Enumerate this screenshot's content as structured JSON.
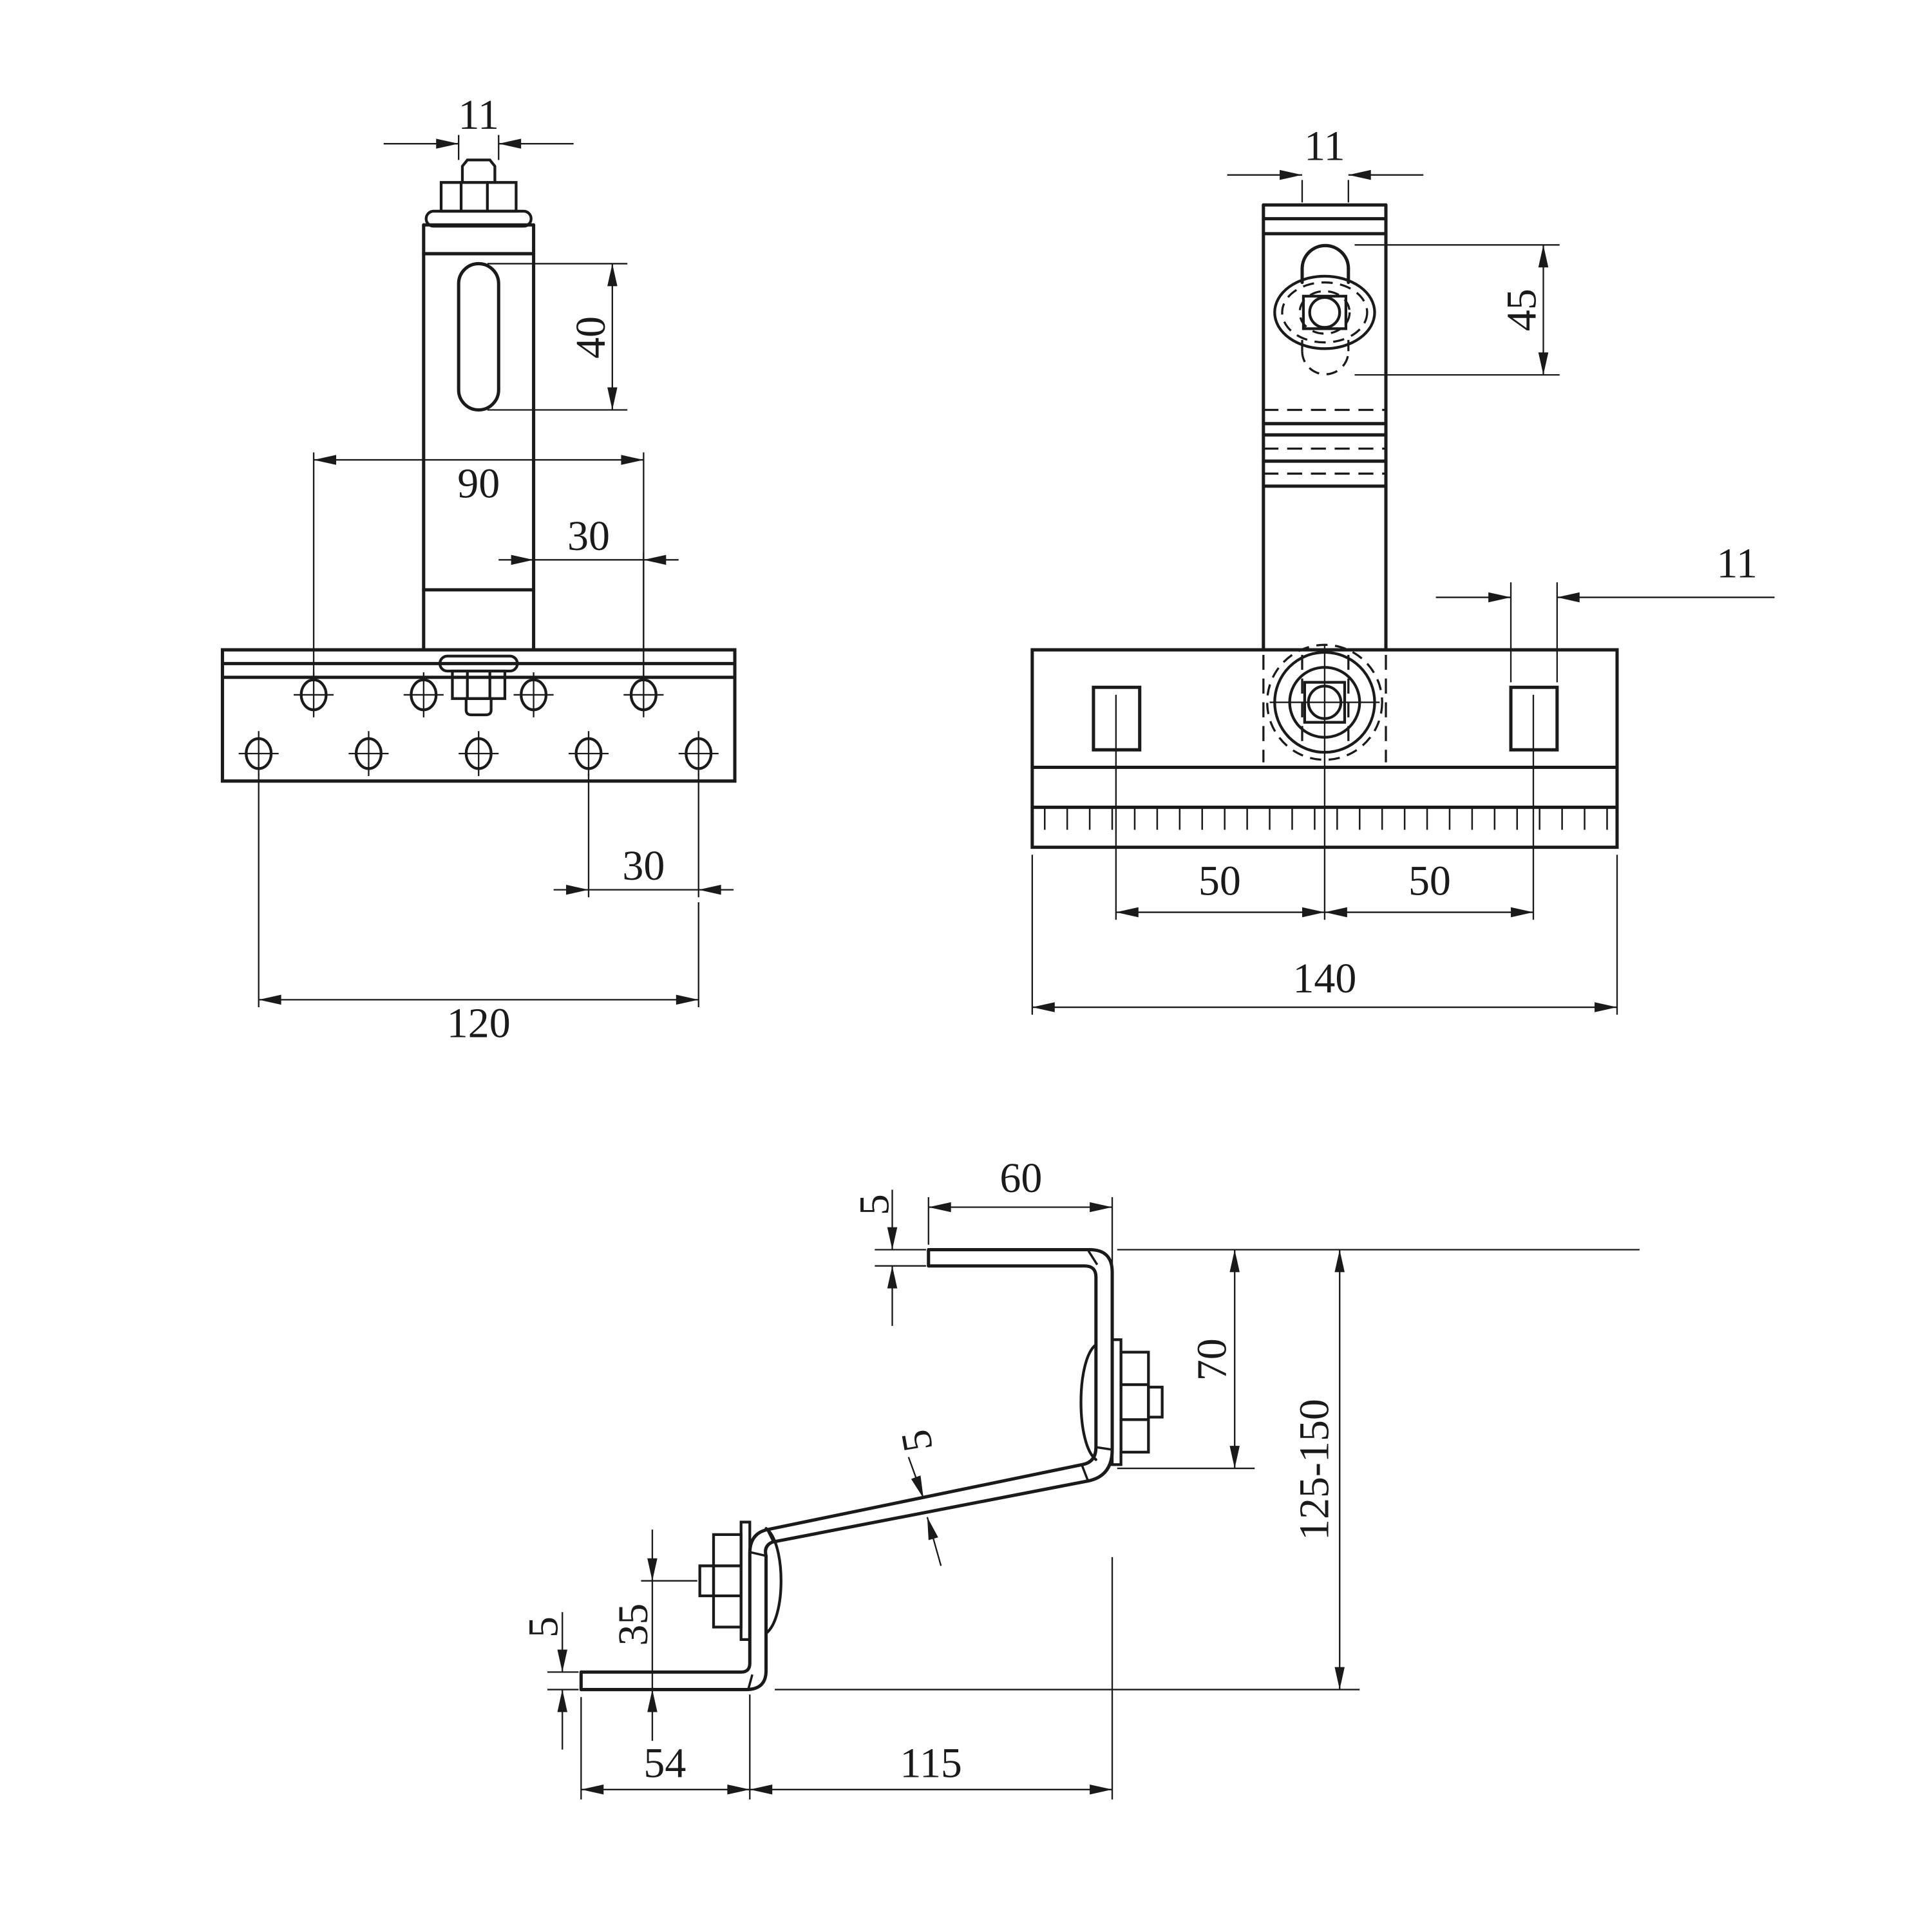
{
  "page": {
    "background_color": "#ffffff",
    "line_color": "#1a1a1a"
  },
  "views": {
    "front": {
      "dims": {
        "slot_width": "11",
        "slot_length": "40",
        "upper_hole_span": "90",
        "upper_hole_pitch": "30",
        "lower_hole_pitch": "30",
        "lower_hole_span": "120"
      }
    },
    "side": {
      "dims": {
        "slot_width": "11",
        "slot_length": "45",
        "square_hole_width": "11",
        "hole_offset_left": "50",
        "hole_offset_right": "50",
        "base_width": "140"
      }
    },
    "profile": {
      "dims": {
        "top_flange_length": "60",
        "top_flange_thickness": "5",
        "upper_web_height": "70",
        "overall_height": "125-150",
        "web_thickness": "5",
        "bolt_center_height": "35",
        "bottom_flange_thickness": "5",
        "bottom_flange_length": "54",
        "middle_section_length": "115"
      }
    }
  }
}
